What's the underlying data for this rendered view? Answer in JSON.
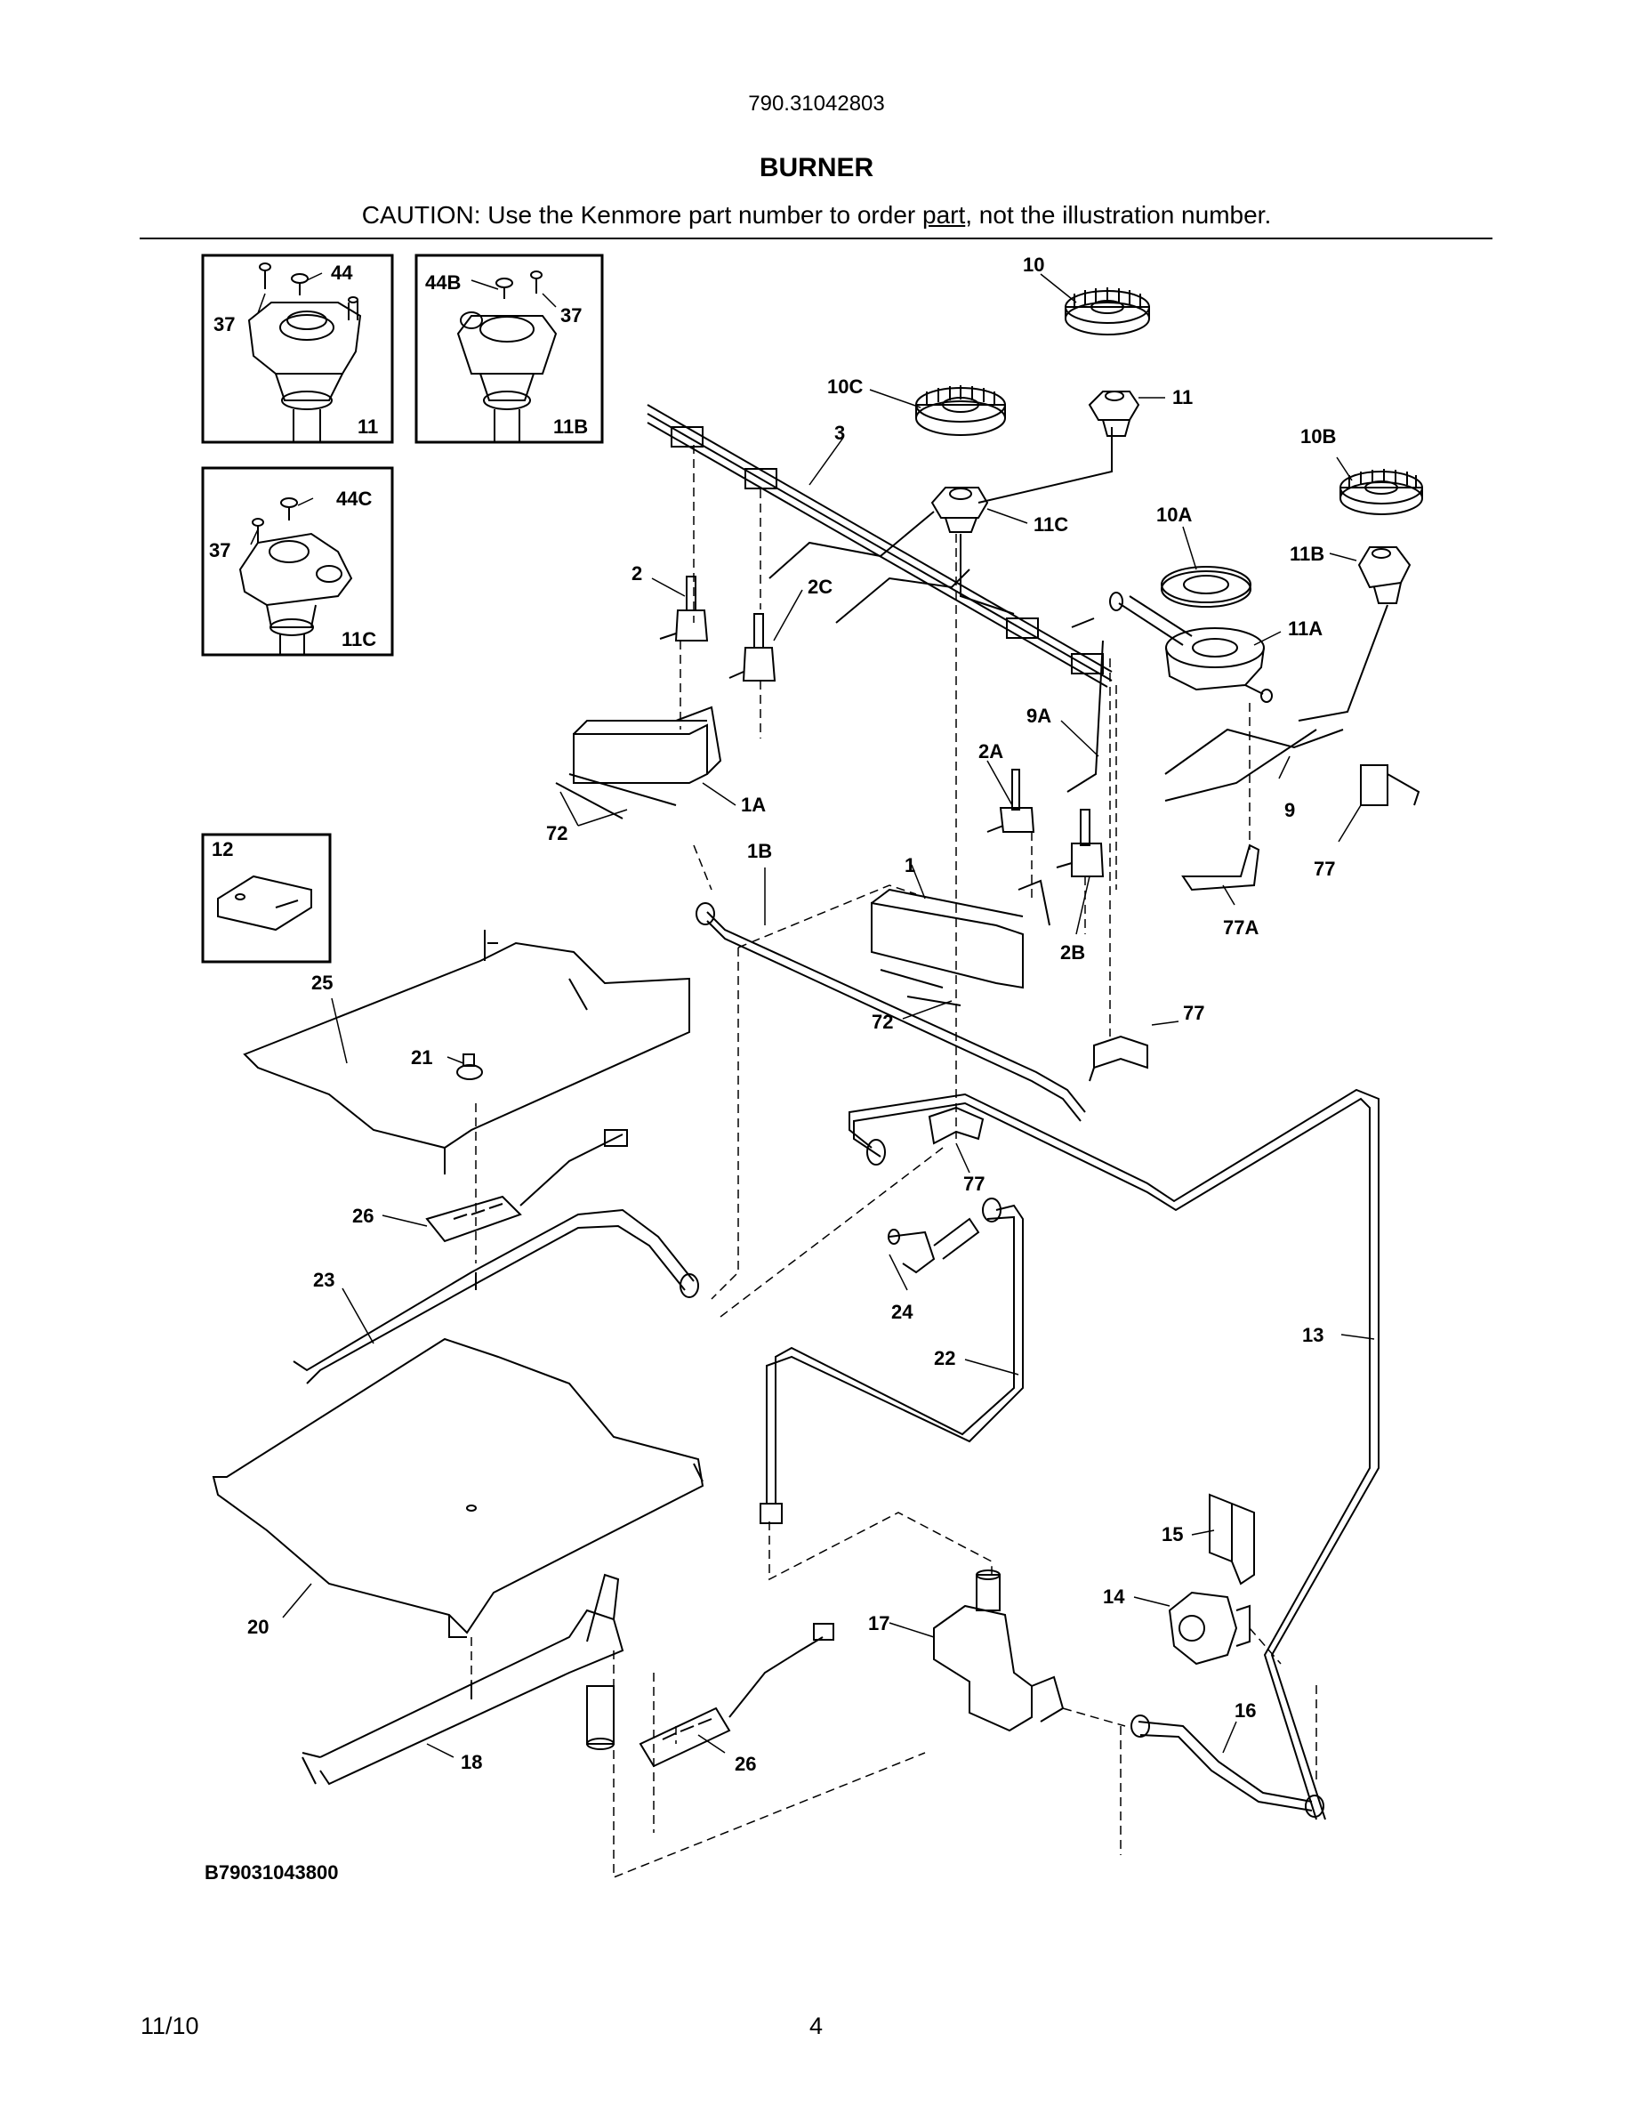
{
  "header": {
    "model_number": "790.31042803",
    "section_title": "BURNER",
    "caution_prefix": "CAUTION: Use the Kenmore part number to order ",
    "caution_link": "part",
    "caution_suffix": ", not the illustration number."
  },
  "diagram": {
    "drawing_code": "B79031043800",
    "inset_labels": {
      "inset1": [
        "37",
        "44",
        "11"
      ],
      "inset2": [
        "44B",
        "37",
        "11B"
      ],
      "inset3": [
        "44C",
        "37",
        "11C"
      ],
      "inset4": [
        "12"
      ]
    },
    "part_labels": {
      "p10": "10",
      "p10C": "10C",
      "p11": "11",
      "p3": "3",
      "p10B": "10B",
      "p11C": "11C",
      "p10A": "10A",
      "p11B": "11B",
      "p2": "2",
      "p2C": "2C",
      "p11A": "11A",
      "p9A": "9A",
      "p2A": "2A",
      "p1A": "1A",
      "p72a": "72",
      "p9": "9",
      "p77a": "77",
      "p1B": "1B",
      "p1": "1",
      "p77A": "77A",
      "p2B": "2B",
      "p25": "25",
      "p72b": "72",
      "p77b": "77",
      "p21": "21",
      "p77c": "77",
      "p26a": "26",
      "p23": "23",
      "p24": "24",
      "p22": "22",
      "p13": "13",
      "p15": "15",
      "p14": "14",
      "p17": "17",
      "p20": "20",
      "p16": "16",
      "p18": "18",
      "p26b": "26"
    }
  },
  "footer": {
    "date": "11/10",
    "page_number": "4"
  }
}
